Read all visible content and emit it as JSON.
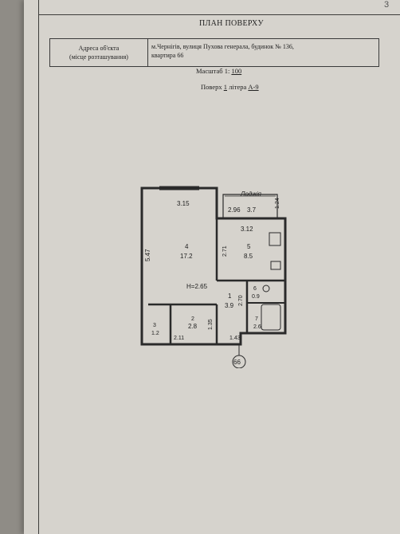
{
  "page_number": "3",
  "title": "ПЛАН ПОВЕРХУ",
  "address": {
    "label_line1": "Адреса об'єкта",
    "label_line2": "(місце розташування)",
    "value_line1": "м.Чернігів, вулиця Пухова генерала, будинок № 136,",
    "value_line2": "квартира 66"
  },
  "scale": {
    "label": "Масштаб 1:",
    "value": "100"
  },
  "floor": {
    "label": "Поверх",
    "value": "1",
    "litera_label": "літера",
    "litera_value": "А-9"
  },
  "plan": {
    "balcony_label": "Лоджія",
    "balcony_width": "2.96",
    "balcony_area": "3.7",
    "balcony_depth": "1.24",
    "room4_width": "3.15",
    "room4_length": "5.47",
    "room4_number": "4",
    "room4_area": "17.2",
    "room5_width": "3.12",
    "room5_length": "2.71",
    "room5_number": "5",
    "room5_area": "8.5",
    "height": "H=2.65",
    "room1_number": "1",
    "room1_area": "3.9",
    "room1_length": "2.70",
    "room6_number": "6",
    "room6_area": "0.9",
    "room7_number": "7",
    "room7_area": "2.6",
    "room3_number": "3",
    "room3_area": "1.2",
    "room2_number": "2",
    "room2_area": "2.8",
    "room2_width": "2.11",
    "room2_depth": "1.35",
    "entrance_width": "1.43",
    "apartment_number": "66"
  }
}
